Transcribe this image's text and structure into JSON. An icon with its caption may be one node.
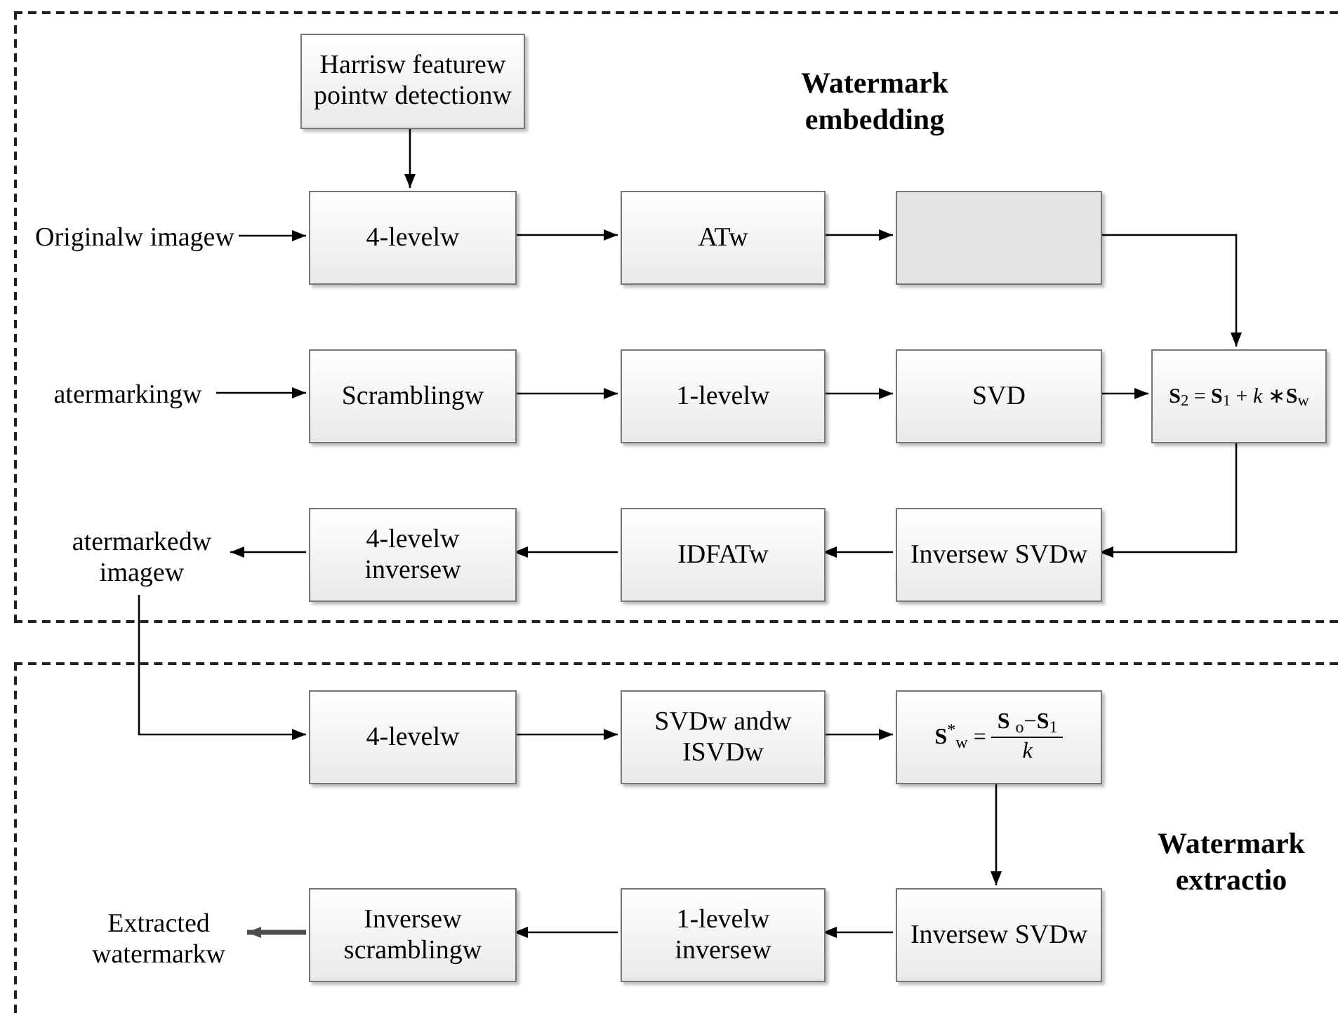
{
  "diagram": {
    "nodes": [
      {
        "text": [
          "Watermark embedding"
        ]
      },
      {
        "text": [
          "Harrisw featurew pointw detectionw"
        ],
        "in": 0
      },
      {
        "text": [
          "Originalw imagew"
        ],
        "in": 0
      },
      {
        "text": [
          "4-levelw"
        ],
        "in": 0
      },
      {
        "text": [
          "ATw"
        ],
        "in": 0
      },
      {
        "text": [],
        "shape": "box",
        "in": 0
      },
      {
        "text": [
          "atermarkingw"
        ],
        "in": 0
      },
      {
        "text": [
          "Scramblingw"
        ],
        "in": 0
      },
      {
        "text": [
          "1-levelw"
        ],
        "in": 0
      },
      {
        "text": [
          "SVD"
        ],
        "in": 0
      },
      {
        "text": [
          "**S**$_{2}$ = **S**$_{1}$ + *k* ∗**S**$_{w}$"
        ],
        "in": 0
      },
      {
        "text": [
          "Inversew SVDw"
        ],
        "in": 0
      },
      {
        "text": [
          "IDFATw"
        ],
        "in": 0
      },
      {
        "text": [
          "4-levelw inversew"
        ],
        "in": 0
      },
      {
        "text": [
          "atermarkedw imagew"
        ],
        "in": 0
      },
      {
        "text": [
          "Watermark extractio"
        ]
      },
      {
        "text": [
          "4-levelw"
        ],
        "in": 15
      },
      {
        "text": [
          "SVDw andw ISVDw"
        ],
        "in": 15
      },
      {
        "text": [
          "**S**$^{*}$$_{w}$ =",
          "**S** $_{o}$−**S**$_{1}$",
          "*k*"
        ],
        "in": 15
      },
      {
        "text": [
          "Inversew SVDw"
        ],
        "in": 15
      },
      {
        "text": [
          "1-levelw inversew"
        ],
        "in": 15
      },
      {
        "text": [
          "Inversew scramblingw"
        ],
        "in": 15
      },
      {
        "text": [
          "Extracted watermarkw"
        ],
        "in": 15
      }
    ],
    "edges": [
      {
        "from": 1,
        "to": 3,
        "arrow": "to"
      },
      {
        "from": 2,
        "to": 3,
        "arrow": "to"
      },
      {
        "from": 3,
        "to": 4,
        "arrow": "to"
      },
      {
        "from": 4,
        "to": 5,
        "arrow": "to"
      },
      {
        "from": 5,
        "to": 10,
        "arrow": "to"
      },
      {
        "from": 6,
        "to": 7,
        "arrow": "to"
      },
      {
        "from": 7,
        "to": 8,
        "arrow": "to"
      },
      {
        "from": 8,
        "to": 9,
        "arrow": "to"
      },
      {
        "from": 9,
        "to": 10,
        "arrow": "to"
      },
      {
        "from": 10,
        "to": 11,
        "arrow": "to"
      },
      {
        "from": 11,
        "to": 12,
        "arrow": "to"
      },
      {
        "from": 12,
        "to": 13,
        "arrow": "to"
      },
      {
        "from": 13,
        "to": 14,
        "arrow": "to"
      },
      {
        "from": 14,
        "to": 16,
        "arrow": "to"
      },
      {
        "from": 16,
        "to": 17,
        "arrow": "to"
      },
      {
        "from": 17,
        "to": 18,
        "arrow": "to"
      },
      {
        "from": 18,
        "to": 19,
        "arrow": "to"
      },
      {
        "from": 19,
        "to": 20,
        "arrow": "to"
      },
      {
        "from": 20,
        "to": 21,
        "arrow": "to"
      },
      {
        "from": 21,
        "to": 22,
        "arrow": "to",
        "style": "thick",
        "color": "#4d4d4d"
      }
    ]
  }
}
